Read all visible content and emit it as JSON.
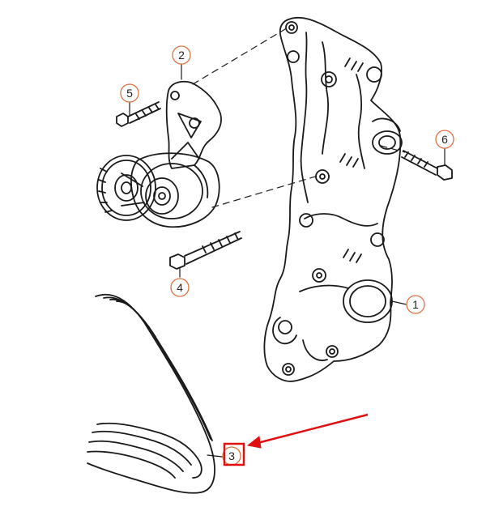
{
  "callouts": [
    {
      "id": "c1",
      "label": "1"
    },
    {
      "id": "c2",
      "label": "2"
    },
    {
      "id": "c3",
      "label": "3"
    },
    {
      "id": "c4",
      "label": "4"
    },
    {
      "id": "c5",
      "label": "5"
    },
    {
      "id": "c6",
      "label": "6"
    }
  ],
  "colors": {
    "line": "#1a1a1a",
    "callout_ring": "#e07040",
    "callout_text": "#222222",
    "highlight": "#e01010"
  }
}
